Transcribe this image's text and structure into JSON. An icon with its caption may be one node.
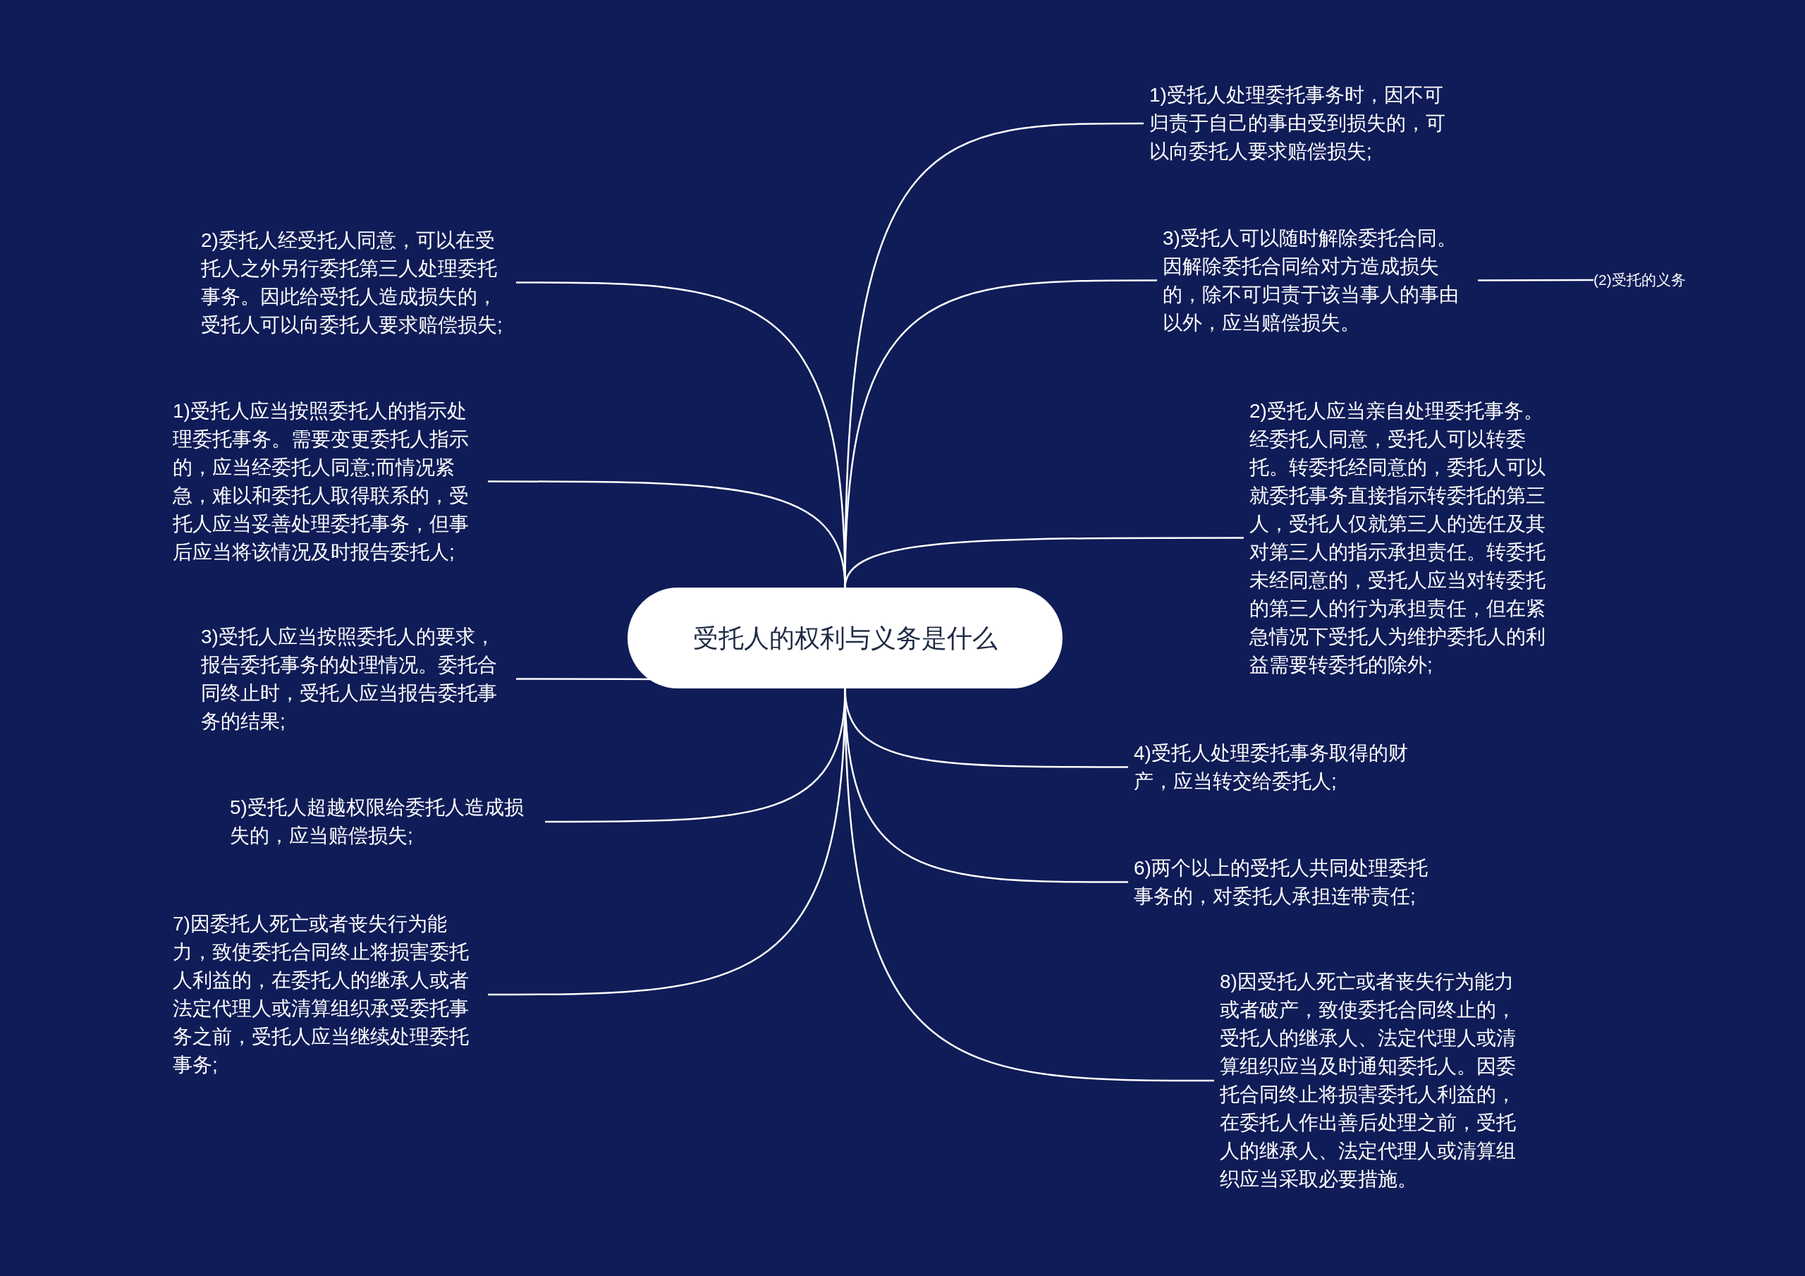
{
  "diagram": {
    "nodes": [
      {
        "text": [
          "受托人的权利与义务是什么"
        ]
      },
      {
        "text": [
          "2)委托人经受托人同意，可以在受托人之外另行委托第三人处理委托事务。因此给受托人造成损失的，受托人可以向委托人要求赔偿损失;"
        ]
      },
      {
        "text": [
          "1)受托人应当按照委托人的指示处理委托事务。需要变更委托人指示的，应当经委托人同意;而情况紧急，难以和委托人取得联系的，受托人应当妥善处理委托事务，但事后应当将该情况及时报告委托人;"
        ]
      },
      {
        "text": [
          "3)受托人应当按照委托人的要求，报告委托事务的处理情况。委托合同终止时，受托人应当报告委托事务的结果;"
        ]
      },
      {
        "text": [
          "5)受托人超越权限给委托人造成损失的，应当赔偿损失;"
        ]
      },
      {
        "text": [
          "7)因委托人死亡或者丧失行为能力，致使委托合同终止将损害委托人利益的，在委托人的继承人或者法定代理人或清算组织承受委托事务之前，受托人应当继续处理委托事务;"
        ]
      },
      {
        "text": [
          "1)受托人处理委托事务时，因不可归责于自己的事由受到损失的，可以向委托人要求赔偿损失;"
        ]
      },
      {
        "text": [
          "3)受托人可以随时解除委托合同。因解除委托合同给对方造成损失的，除不可归责于该当事人的事由以外，应当赔偿损失。"
        ]
      },
      {
        "text": [
          "(2)受托的义务"
        ]
      },
      {
        "text": [
          "2)受托人应当亲自处理委托事务。经委托人同意，受托人可以转委托。转委托经同意的，委托人可以就委托事务直接指示转委托的第三人，受托人仅就第三人的选任及其对第三人的指示承担责任。转委托未经同意的，受托人应当对转委托的第三人的行为承担责任，但在紧急情况下受托人为维护委托人的利益需要转委托的除外;"
        ]
      },
      {
        "text": [
          "4)受托人处理委托事务取得的财产，应当转交给委托人;"
        ]
      },
      {
        "text": [
          "6)两个以上的受托人共同处理委托事务的，对委托人承担连带责任;"
        ]
      },
      {
        "text": [
          "8)因受托人死亡或者丧失行为能力或者破产，致使委托合同终止的，受托人的继承人、法定代理人或清算组织应当及时通知委托人。因委托合同终止将损害委托人利益的，在委托人作出善后处理之前，受托人的继承人、法定代理人或清算组织应当采取必要措施。"
        ]
      }
    ],
    "edges": [
      {
        "from": 0,
        "to": 1,
        "arrow": "none"
      },
      {
        "from": 0,
        "to": 2,
        "arrow": "none"
      },
      {
        "from": 0,
        "to": 3,
        "arrow": "none"
      },
      {
        "from": 0,
        "to": 4,
        "arrow": "none"
      },
      {
        "from": 0,
        "to": 5,
        "arrow": "none"
      },
      {
        "from": 0,
        "to": 6,
        "arrow": "none"
      },
      {
        "from": 0,
        "to": 7,
        "arrow": "none"
      },
      {
        "from": 7,
        "to": 8,
        "arrow": "none"
      },
      {
        "from": 0,
        "to": 9,
        "arrow": "none"
      },
      {
        "from": 0,
        "to": 10,
        "arrow": "none"
      },
      {
        "from": 0,
        "to": 11,
        "arrow": "none"
      },
      {
        "from": 0,
        "to": 12,
        "arrow": "none"
      }
    ]
  }
}
